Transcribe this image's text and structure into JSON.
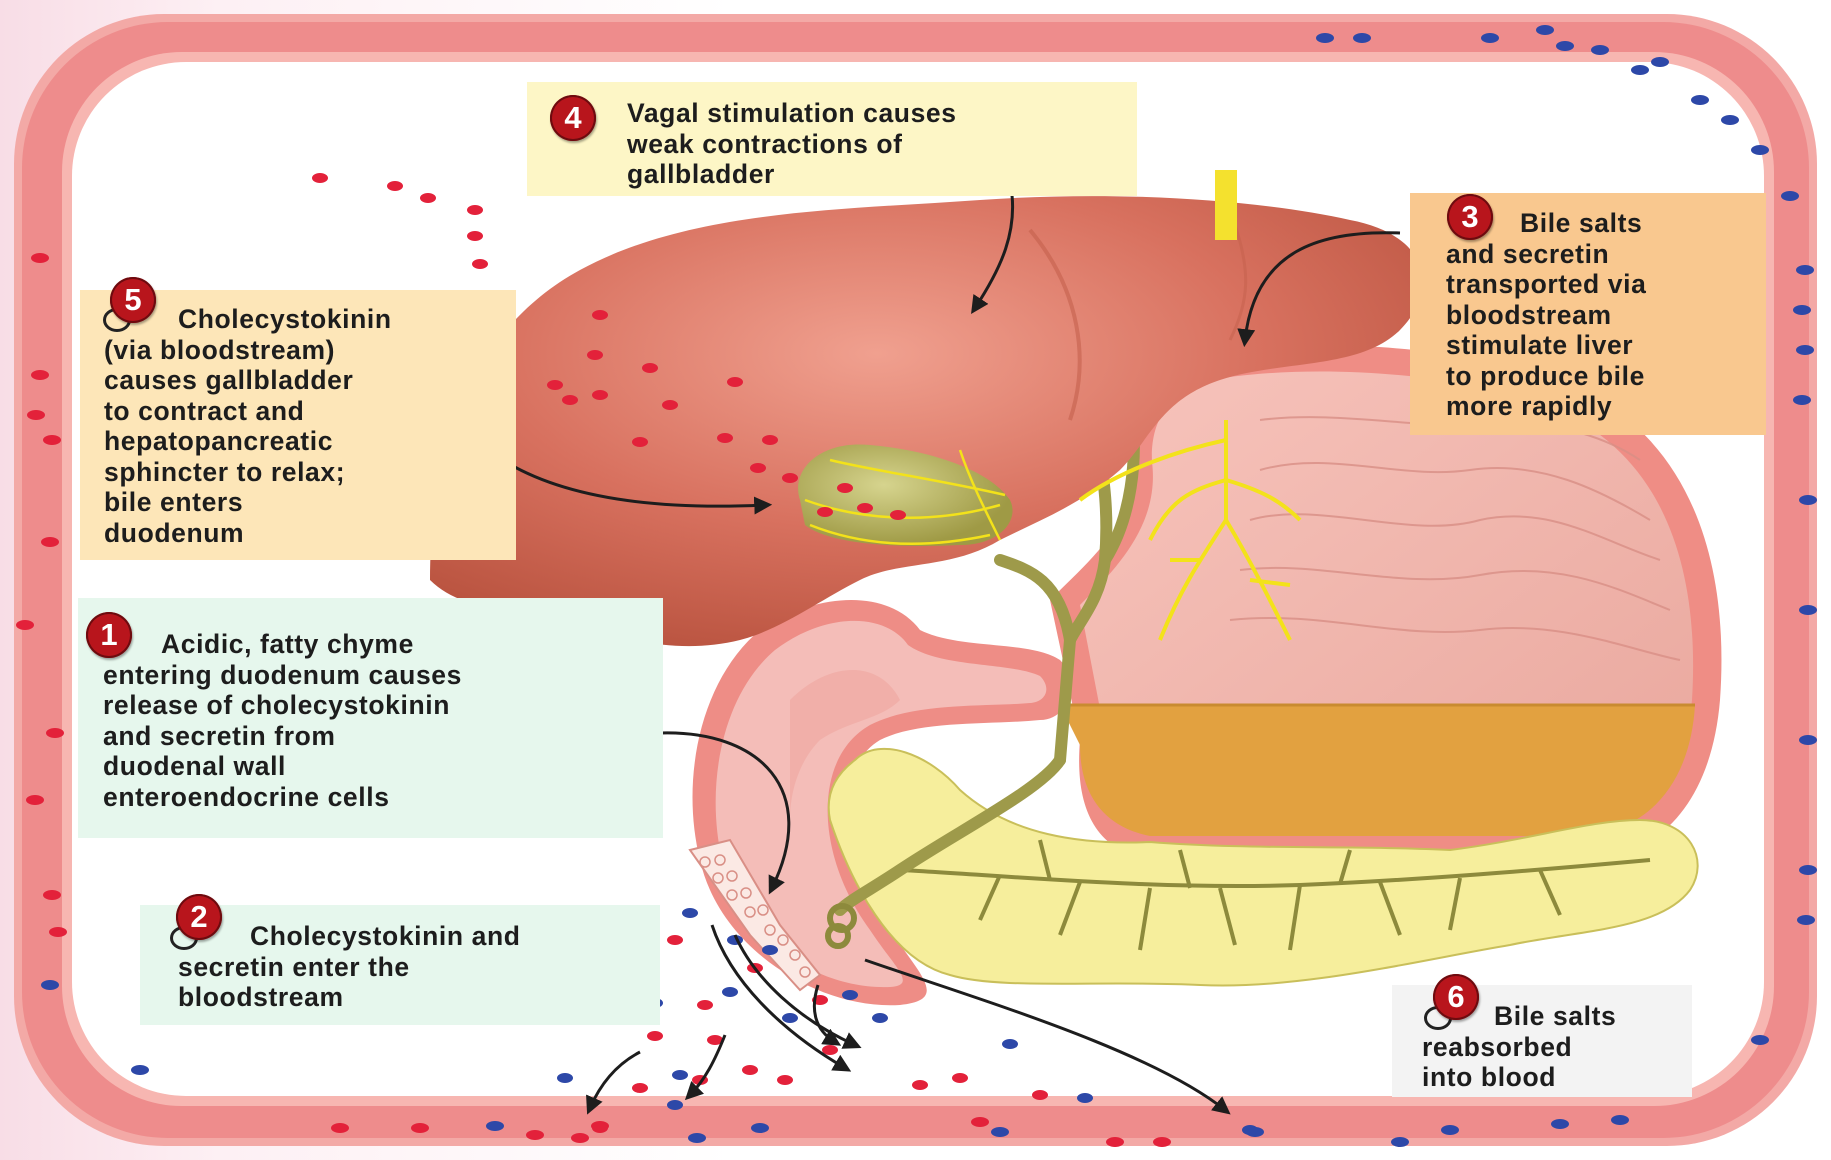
{
  "steps": [
    {
      "number": "1",
      "text": [
        "Acidic, fatty chyme",
        "entering duodenum causes",
        "release of cholecystokinin",
        "and secretin from",
        "duodenal wall",
        "enteroendocrine cells"
      ]
    },
    {
      "number": "2",
      "text": [
        "Cholecystokinin and",
        "secretin enter the",
        "bloodstream"
      ]
    },
    {
      "number": "3",
      "text": [
        "Bile salts",
        "and secretin",
        "transported via",
        "bloodstream",
        "stimulate liver",
        "to produce bile",
        "more rapidly"
      ]
    },
    {
      "number": "4",
      "text": [
        "Vagal stimulation causes",
        "weak contractions of",
        "gallbladder"
      ]
    },
    {
      "number": "5",
      "text": [
        "Cholecystokinin",
        "(via bloodstream)",
        "causes gallbladder",
        "to contract and",
        "hepatopancreatic",
        "sphincter to relax;",
        "bile enters",
        "duodenum"
      ]
    },
    {
      "number": "6",
      "text": [
        "Bile salts",
        "reabsorbed",
        "into blood"
      ]
    }
  ],
  "colors": {
    "badge": "#b8151c",
    "vessel_wall": "#ef8f90",
    "box_step1": "#e6f7ed",
    "box_step2": "#e6f7ed",
    "box_step3": "#f9c88f",
    "box_step4": "#fdf6c6",
    "box_step5": "#fde6b8",
    "box_step6": "#f3f3f3",
    "liver": "#d8715f",
    "gallbladder": "#b5b15a",
    "pancreas": "#f6ee9c",
    "stomach_chyme": "#e2a140",
    "red_particle": "#e3213a",
    "blue_particle": "#2d48a8"
  }
}
